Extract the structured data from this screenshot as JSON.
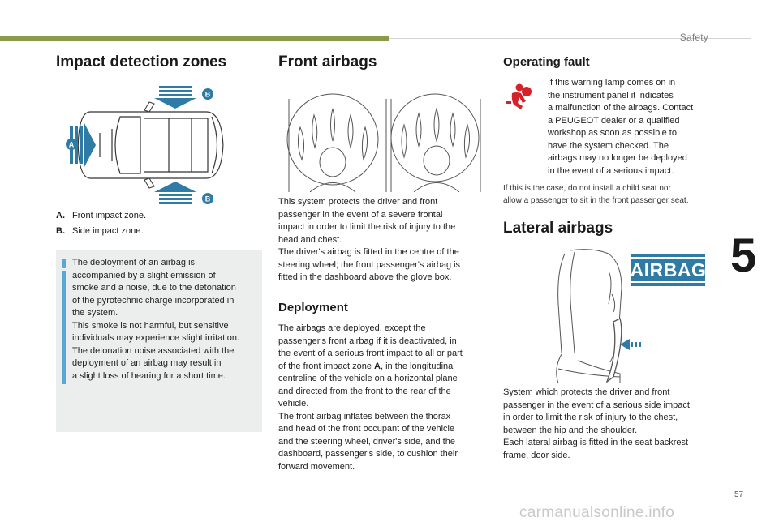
{
  "header": {
    "section": "Safety",
    "chapter": "5",
    "accent_color": "#8a9a49"
  },
  "impact": {
    "title": "Impact detection zones",
    "label_a": "A",
    "label_b_top": "B",
    "label_b_bottom": "B",
    "badge_color": "#2e7ba6",
    "arrow_color": "#2e7ba6",
    "definitions": [
      {
        "key": "A.",
        "text": "Front impact zone."
      },
      {
        "key": "B.",
        "text": "Side impact zone."
      }
    ],
    "note": "The deployment of an airbag is\naccompanied by a slight emission of\nsmoke and a noise, due to the detonation\nof the pyrotechnic charge incorporated in\nthe system.\nThis smoke is not harmful, but sensitive\nindividuals may experience slight irritation.\nThe detonation noise associated with the\ndeployment of an airbag may result in\na slight loss of hearing for a short time.",
    "note_bar_color": "#5aa6d6"
  },
  "front": {
    "title": "Front airbags",
    "intro": "This system protects the driver and front\npassenger in the event of a severe frontal\nimpact in order to limit the risk of injury to the\nhead and chest.\nThe driver's airbag is fitted in the centre of the\nsteering wheel; the front passenger's airbag is\nfitted in the dashboard above the glove box.",
    "deployment_title": "Deployment",
    "deployment_text_1": "The airbags are deployed, except the\npassenger's front airbag if it is deactivated, in\nthe event of a serious front impact to all or part\nof the front impact zone ",
    "deployment_zone": "A",
    "deployment_text_2": ", in the longitudinal\ncentreline of the vehicle on a horizontal plane\nand directed from the front to the rear of the\nvehicle.\nThe front airbag inflates between the thorax\nand head of the front occupant of the vehicle\nand the steering wheel, driver's side, and the\ndashboard, passenger's side, to cushion their\nforward movement."
  },
  "fault": {
    "title": "Operating fault",
    "warning_icon": "airbag-warning-icon",
    "warning_color": "#d6202a",
    "text": "If this warning lamp comes on in\nthe instrument panel it indicates\na malfunction of the airbags. Contact\na PEUGEOT dealer or a qualified\nworkshop as soon as possible to\nhave the system checked. The\nairbags may no longer be deployed\nin the event of a serious impact.",
    "small_text": "If this is the case, do not install a child seat nor\nallow a passenger to sit in the front passenger seat."
  },
  "lateral": {
    "title": "Lateral airbags",
    "badge_text": "AIRBAG",
    "badge_color": "#2e7ba6",
    "text": "System which protects the driver and front\npassenger in the event of a serious side impact\nin order to limit the risk of injury to the chest,\nbetween the hip and the shoulder.\nEach lateral airbag is fitted in the seat backrest\nframe, door side."
  },
  "footer": {
    "page_number": "57",
    "watermark": "carmanualsonline.info"
  }
}
